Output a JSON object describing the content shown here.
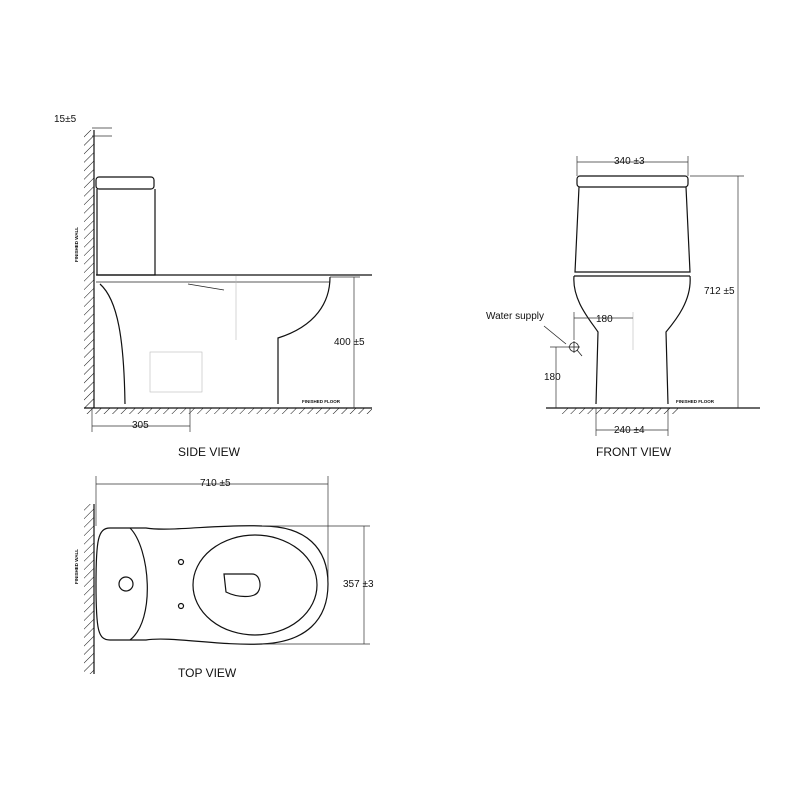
{
  "side_view": {
    "title": "SIDE VIEW",
    "dim_top_gap": "15±5",
    "dim_depth": "305",
    "dim_height": "400 ±5",
    "wall_label": "FINISHED WALL",
    "floor_label": "FINISHED FLOOR"
  },
  "front_view": {
    "title": "FRONT VIEW",
    "dim_width": "340 ±3",
    "dim_total_height": "712 ±5",
    "dim_base_width": "240 ±4",
    "dim_supply_offset": "180",
    "dim_supply_height": "180",
    "water_supply_label": "Water supply",
    "floor_label": "FINISHED FLOOR"
  },
  "top_view": {
    "title": "TOP VIEW",
    "dim_length": "710 ±5",
    "dim_width": "357 ±3",
    "wall_label": "FINISHED WALL"
  }
}
